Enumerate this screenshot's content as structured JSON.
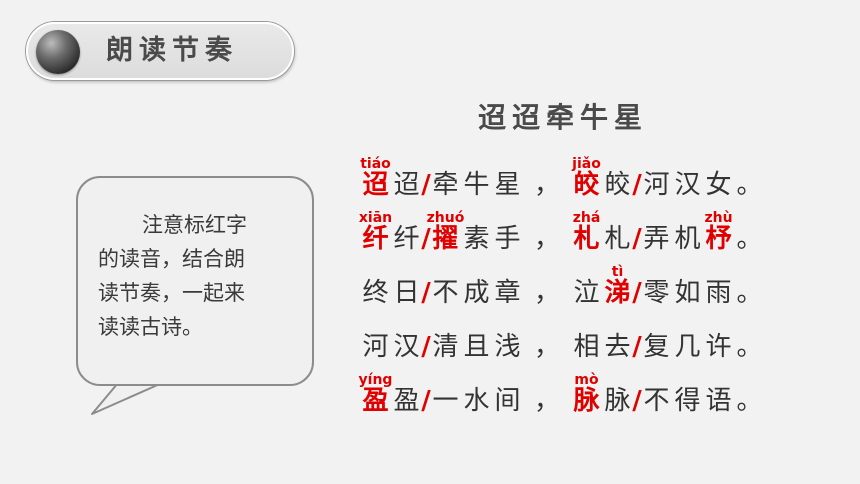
{
  "header": {
    "title": "朗读节奏"
  },
  "note": {
    "line1": "注意标红字",
    "line2": "的读音，结合朗",
    "line3": "读节奏，一起来",
    "line4": "读读古诗。"
  },
  "poem": {
    "title": "迢迢牵牛星",
    "lines": [
      {
        "l1": "迢",
        "l2": "迢",
        "l3": "牵",
        "l4": "牛",
        "l5": "星",
        "l6": "，",
        "r1": "皎",
        "r2": "皎",
        "r3": "河",
        "r4": "汉",
        "r5": "女",
        "r6": "。",
        "py_l1": "tiáo",
        "py_r1": "jiǎo"
      },
      {
        "l1": "纤",
        "l2": "纤",
        "l3": "擢",
        "l4": "素",
        "l5": "手",
        "l6": "，",
        "r1": "札",
        "r2": "札",
        "r3": "弄",
        "r4": "机",
        "r5": "杼",
        "r6": "。",
        "py_l1": "xiān",
        "py_l3": "zhuó",
        "py_r1": "zhá",
        "py_r5": "zhù"
      },
      {
        "l1": "终",
        "l2": "日",
        "l3": "不",
        "l4": "成",
        "l5": "章",
        "l6": "，",
        "r1": "泣",
        "r2": "涕",
        "r3": "零",
        "r4": "如",
        "r5": "雨",
        "r6": "。",
        "py_r2": "tì"
      },
      {
        "l1": "河",
        "l2": "汉",
        "l3": "清",
        "l4": "且",
        "l5": "浅",
        "l6": "，",
        "r1": "相",
        "r2": "去",
        "r3": "复",
        "r4": "几",
        "r5": "许",
        "r6": "。"
      },
      {
        "l1": "盈",
        "l2": "盈",
        "l3": "一",
        "l4": "水",
        "l5": "间",
        "l6": "，",
        "r1": "脉",
        "r2": "脉",
        "r3": "不",
        "r4": "得",
        "r5": "语",
        "r6": "。",
        "py_l1": "yíng",
        "py_r1": "mò"
      }
    ],
    "slash": "/"
  },
  "colors": {
    "highlight": "#e00000",
    "text": "#333333",
    "background": "#f2f2f2"
  }
}
